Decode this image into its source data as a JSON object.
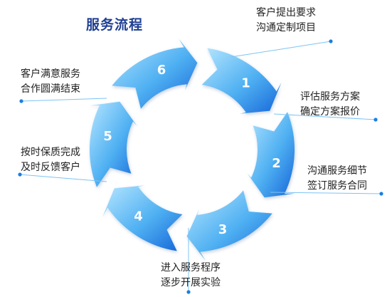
{
  "title": "服务流程",
  "steps": [
    {
      "number": "1",
      "lines": [
        "客户提出要求",
        "沟通定制项目"
      ]
    },
    {
      "number": "2",
      "lines": [
        "评估服务方案",
        "确定方案报价"
      ]
    },
    {
      "number": "3",
      "lines": [
        "沟通服务细节",
        "签订服务合同"
      ]
    },
    {
      "number": "4",
      "lines": [
        "进入服务程序",
        "逐步开展实验"
      ]
    },
    {
      "number": "5",
      "lines": [
        "按时保质完成",
        "及时反馈客户"
      ]
    },
    {
      "number": "6",
      "lines": [
        "客户满意服务",
        "合作圆满结束"
      ]
    }
  ],
  "colors": {
    "arrow_light": "#9fdcff",
    "arrow_dark": "#1565d8",
    "title": "#1f3f93",
    "dot": "#1a7fe0"
  }
}
